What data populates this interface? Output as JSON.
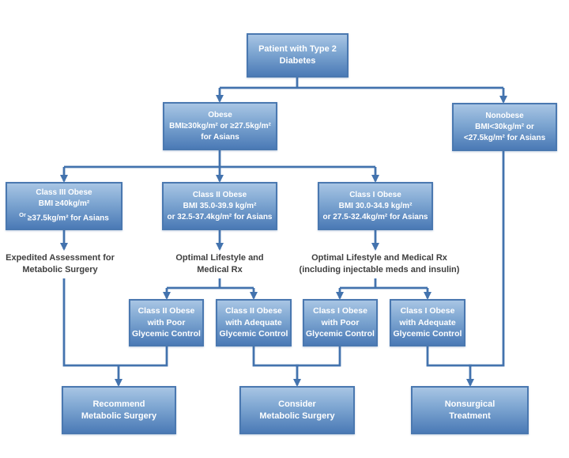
{
  "title": "Patient with Type 2 Diabetes metabolic surgery decision flowchart",
  "colors": {
    "node_gradient_top": "#a8c5e4",
    "node_gradient_bottom": "#4b7ab6",
    "node_border": "#4a78b0",
    "connector": "#4373ae",
    "node_text": "#ffffff",
    "label_text": "#3f3f3f",
    "background": "#ffffff"
  },
  "boxes": {
    "patient": {
      "lines": [
        "Patient with Type 2",
        "Diabetes"
      ]
    },
    "obese": {
      "lines": [
        "Obese",
        "BMI≥30kg/m² or ≥27.5kg/m²",
        "for Asians"
      ]
    },
    "nonobese": {
      "lines": [
        "Nonobese",
        "BMI<30kg/m² or",
        "<27.5kg/m² for Asians"
      ]
    },
    "class3": {
      "lines": [
        "Class III Obese",
        "BMI ≥40kg/m²",
        "≥37.5kg/m² for Asians"
      ],
      "or_prefix": "Or"
    },
    "class2": {
      "lines": [
        "Class II Obese",
        "BMI 35.0-39.9 kg/m²",
        "or 32.5-37.4kg/m² for Asians"
      ]
    },
    "class1": {
      "lines": [
        "Class I Obese",
        "BMI 30.0-34.9 kg/m²",
        "or 27.5-32.4kg/m² for Asians"
      ]
    },
    "class2_poor": {
      "lines": [
        "Class II Obese",
        "with Poor",
        "Glycemic Control"
      ]
    },
    "class2_adequate": {
      "lines": [
        "Class II Obese",
        "with Adequate",
        "Glycemic Control"
      ]
    },
    "class1_poor": {
      "lines": [
        "Class I Obese",
        "with Poor",
        "Glycemic Control"
      ]
    },
    "class1_adequate": {
      "lines": [
        "Class I Obese",
        "with Adequate",
        "Glycemic Control"
      ]
    },
    "recommend": {
      "lines": [
        "Recommend",
        "Metabolic Surgery"
      ]
    },
    "consider": {
      "lines": [
        "Consider",
        "Metabolic Surgery"
      ]
    },
    "nonsurgical": {
      "lines": [
        "Nonsurgical",
        "Treatment"
      ]
    }
  },
  "labels": {
    "expedited": {
      "lines": [
        "Expedited Assessment for",
        "Metabolic Surgery"
      ]
    },
    "optimal_class2": {
      "lines": [
        "Optimal Lifestyle and",
        "Medical Rx"
      ]
    },
    "optimal_class1": {
      "lines": [
        "Optimal Lifestyle and Medical Rx",
        "(including injectable meds and insulin)"
      ]
    }
  },
  "edges": [
    {
      "from": "Patient with Type 2 Diabetes",
      "to": "Obese"
    },
    {
      "from": "Patient with Type 2 Diabetes",
      "to": "Nonobese"
    },
    {
      "from": "Obese",
      "to": "Class III Obese"
    },
    {
      "from": "Obese",
      "to": "Class II Obese"
    },
    {
      "from": "Obese",
      "to": "Class I Obese"
    },
    {
      "from": "Class III Obese",
      "to": "Expedited Assessment for Metabolic Surgery"
    },
    {
      "from": "Class II Obese",
      "to": "Optimal Lifestyle and Medical Rx"
    },
    {
      "from": "Class I Obese",
      "to": "Optimal Lifestyle and Medical Rx (including injectable meds and insulin)"
    },
    {
      "from": "Optimal Lifestyle and Medical Rx",
      "to": "Class II Obese with Poor Glycemic Control"
    },
    {
      "from": "Optimal Lifestyle and Medical Rx",
      "to": "Class II Obese with Adequate Glycemic Control"
    },
    {
      "from": "Optimal Lifestyle and Medical Rx (including injectable meds and insulin)",
      "to": "Class I Obese with Poor Glycemic Control"
    },
    {
      "from": "Optimal Lifestyle and Medical Rx (including injectable meds and insulin)",
      "to": "Class I Obese with Adequate Glycemic Control"
    },
    {
      "from": "Expedited Assessment for Metabolic Surgery",
      "to": "Recommend Metabolic Surgery"
    },
    {
      "from": "Class II Obese with Poor Glycemic Control",
      "to": "Recommend Metabolic Surgery"
    },
    {
      "from": "Class II Obese with Adequate Glycemic Control",
      "to": "Consider Metabolic Surgery"
    },
    {
      "from": "Class I Obese with Poor Glycemic Control",
      "to": "Consider Metabolic Surgery"
    },
    {
      "from": "Class I Obese with Adequate Glycemic Control",
      "to": "Nonsurgical Treatment"
    },
    {
      "from": "Nonobese",
      "to": "Nonsurgical Treatment"
    }
  ]
}
